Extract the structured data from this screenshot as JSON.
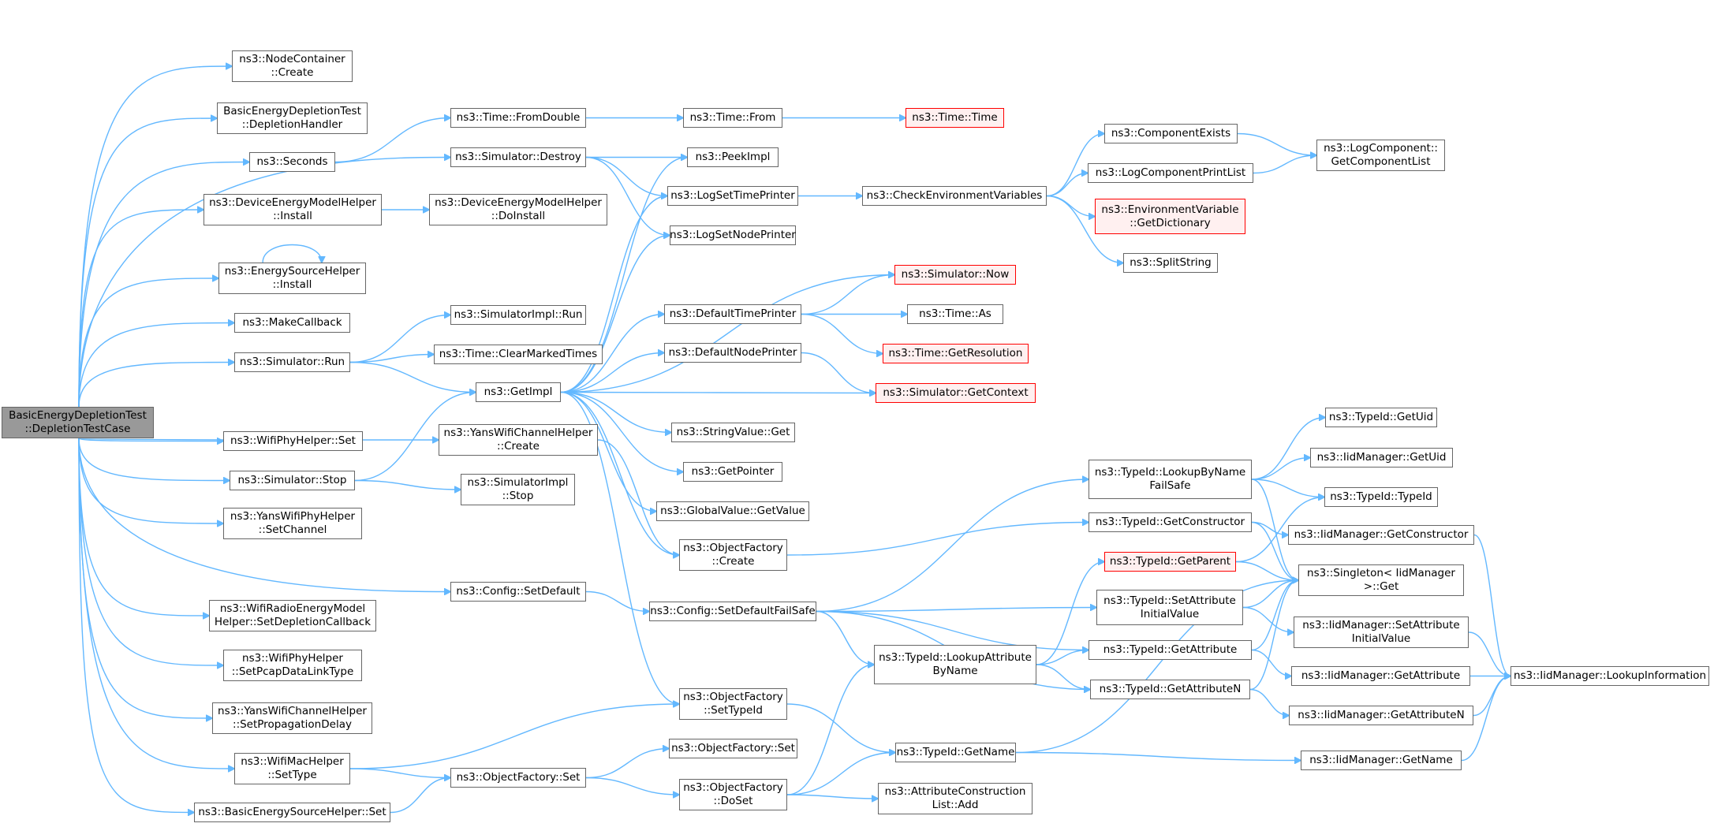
{
  "colors": {
    "edge": "#63b8ff",
    "node_border": "#666666",
    "root_fill": "#999999",
    "red_border": "#ff0000",
    "red_fill": "#fff0f0"
  },
  "nodes": [
    {
      "id": "root",
      "lines": [
        "BasicEnergyDepletionTest",
        "::DepletionTestCase"
      ],
      "style": "root"
    },
    {
      "id": "nc_create",
      "lines": [
        "ns3::NodeContainer",
        "::Create"
      ]
    },
    {
      "id": "depl_handler",
      "lines": [
        "BasicEnergyDepletionTest",
        "::DepletionHandler"
      ]
    },
    {
      "id": "seconds",
      "lines": [
        "ns3::Seconds"
      ]
    },
    {
      "id": "demh_install",
      "lines": [
        "ns3::DeviceEnergyModelHelper",
        "::Install"
      ]
    },
    {
      "id": "esh_install",
      "lines": [
        "ns3::EnergySourceHelper",
        "::Install"
      ]
    },
    {
      "id": "makecallback",
      "lines": [
        "ns3::MakeCallback"
      ]
    },
    {
      "id": "sim_run",
      "lines": [
        "ns3::Simulator::Run"
      ]
    },
    {
      "id": "wpe_set",
      "lines": [
        "ns3::WifiPhyHelper::Set"
      ]
    },
    {
      "id": "sim_stop",
      "lines": [
        "ns3::Simulator::Stop"
      ]
    },
    {
      "id": "ywph_setchannel",
      "lines": [
        "ns3::YansWifiPhyHelper",
        "::SetChannel"
      ]
    },
    {
      "id": "wremh",
      "lines": [
        "ns3::WifiRadioEnergyModel",
        "Helper::SetDepletionCallback"
      ]
    },
    {
      "id": "wph_pcap",
      "lines": [
        "ns3::WifiPhyHelper",
        "::SetPcapDataLinkType"
      ]
    },
    {
      "id": "ywch_prop",
      "lines": [
        "ns3::YansWifiChannelHelper",
        "::SetPropagationDelay"
      ]
    },
    {
      "id": "wmh_settype",
      "lines": [
        "ns3::WifiMacHelper",
        "::SetType"
      ]
    },
    {
      "id": "besh_set",
      "lines": [
        "ns3::BasicEnergySourceHelper::Set"
      ]
    },
    {
      "id": "time_fromdouble",
      "lines": [
        "ns3::Time::FromDouble"
      ]
    },
    {
      "id": "sim_destroy",
      "lines": [
        "ns3::Simulator::Destroy"
      ]
    },
    {
      "id": "demh_doinstall",
      "lines": [
        "ns3::DeviceEnergyModelHelper",
        "::DoInstall"
      ]
    },
    {
      "id": "simimpl_run",
      "lines": [
        "ns3::SimulatorImpl::Run"
      ]
    },
    {
      "id": "clearmarked",
      "lines": [
        "ns3::Time::ClearMarkedTimes"
      ]
    },
    {
      "id": "getimpl",
      "lines": [
        "ns3::GetImpl"
      ]
    },
    {
      "id": "ywch_create",
      "lines": [
        "ns3::YansWifiChannelHelper",
        "::Create"
      ]
    },
    {
      "id": "simimpl_stop",
      "lines": [
        "ns3::SimulatorImpl",
        "::Stop"
      ]
    },
    {
      "id": "config_setdefault",
      "lines": [
        "ns3::Config::SetDefault"
      ]
    },
    {
      "id": "of_set",
      "lines": [
        "ns3::ObjectFactory::Set"
      ]
    },
    {
      "id": "time_from",
      "lines": [
        "ns3::Time::From"
      ]
    },
    {
      "id": "peekimpl",
      "lines": [
        "ns3::PeekImpl"
      ]
    },
    {
      "id": "logsettime",
      "lines": [
        "ns3::LogSetTimePrinter"
      ]
    },
    {
      "id": "logsetnode",
      "lines": [
        "ns3::LogSetNodePrinter"
      ]
    },
    {
      "id": "defaulttime",
      "lines": [
        "ns3::DefaultTimePrinter"
      ]
    },
    {
      "id": "defaultnode",
      "lines": [
        "ns3::DefaultNodePrinter"
      ]
    },
    {
      "id": "stringvalue_get",
      "lines": [
        "ns3::StringValue::Get"
      ]
    },
    {
      "id": "getpointer",
      "lines": [
        "ns3::GetPointer"
      ]
    },
    {
      "id": "globalvalue_get",
      "lines": [
        "ns3::GlobalValue::GetValue"
      ]
    },
    {
      "id": "of_create",
      "lines": [
        "ns3::ObjectFactory",
        "::Create"
      ]
    },
    {
      "id": "config_sdfs",
      "lines": [
        "ns3::Config::SetDefaultFailSafe"
      ]
    },
    {
      "id": "of_settypeid",
      "lines": [
        "ns3::ObjectFactory",
        "::SetTypeId"
      ]
    },
    {
      "id": "of_set2",
      "lines": [
        "ns3::ObjectFactory::Set"
      ]
    },
    {
      "id": "of_doset",
      "lines": [
        "ns3::ObjectFactory",
        "::DoSet"
      ]
    },
    {
      "id": "time_time",
      "lines": [
        "ns3::Time::Time"
      ],
      "style": "red"
    },
    {
      "id": "checkenv",
      "lines": [
        "ns3::CheckEnvironmentVariables"
      ]
    },
    {
      "id": "sim_now",
      "lines": [
        "ns3::Simulator::Now"
      ],
      "style": "red"
    },
    {
      "id": "time_as",
      "lines": [
        "ns3::Time::As"
      ]
    },
    {
      "id": "time_getres",
      "lines": [
        "ns3::Time::GetResolution"
      ],
      "style": "red"
    },
    {
      "id": "sim_getcontext",
      "lines": [
        "ns3::Simulator::GetContext"
      ],
      "style": "red"
    },
    {
      "id": "tid_lookupattr",
      "lines": [
        "ns3::TypeId::LookupAttribute",
        "ByName"
      ]
    },
    {
      "id": "tid_getname",
      "lines": [
        "ns3::TypeId::GetName"
      ]
    },
    {
      "id": "attrconst_add",
      "lines": [
        "ns3::AttributeConstruction",
        "List::Add"
      ]
    },
    {
      "id": "componentexists",
      "lines": [
        "ns3::ComponentExists"
      ]
    },
    {
      "id": "logcompprintlist",
      "lines": [
        "ns3::LogComponentPrintList"
      ]
    },
    {
      "id": "envvar_getdict",
      "lines": [
        "ns3::EnvironmentVariable",
        "::GetDictionary"
      ],
      "style": "red"
    },
    {
      "id": "splitstring",
      "lines": [
        "ns3::SplitString"
      ]
    },
    {
      "id": "tid_lookupbyname",
      "lines": [
        "ns3::TypeId::LookupByName",
        "FailSafe"
      ]
    },
    {
      "id": "tid_getconstructor",
      "lines": [
        "ns3::TypeId::GetConstructor"
      ]
    },
    {
      "id": "tid_getparent",
      "lines": [
        "ns3::TypeId::GetParent"
      ],
      "style": "red"
    },
    {
      "id": "tid_setattrinit",
      "lines": [
        "ns3::TypeId::SetAttribute",
        "InitialValue"
      ]
    },
    {
      "id": "tid_getattribute",
      "lines": [
        "ns3::TypeId::GetAttribute"
      ]
    },
    {
      "id": "tid_getattributen",
      "lines": [
        "ns3::TypeId::GetAttributeN"
      ]
    },
    {
      "id": "logcomp_getlist",
      "lines": [
        "ns3::LogComponent::",
        "GetComponentList"
      ]
    },
    {
      "id": "tid_getuid",
      "lines": [
        "ns3::TypeId::GetUid"
      ]
    },
    {
      "id": "iid_getuid",
      "lines": [
        "ns3::IidManager::GetUid"
      ]
    },
    {
      "id": "tid_typeid",
      "lines": [
        "ns3::TypeId::TypeId"
      ]
    },
    {
      "id": "iid_getconstructor",
      "lines": [
        "ns3::IidManager::GetConstructor"
      ]
    },
    {
      "id": "singleton_get",
      "lines": [
        "ns3::Singleton< IidManager",
        " >::Get"
      ]
    },
    {
      "id": "iid_setattrinit",
      "lines": [
        "ns3::IidManager::SetAttribute",
        "InitialValue"
      ]
    },
    {
      "id": "iid_getattribute",
      "lines": [
        "ns3::IidManager::GetAttribute"
      ]
    },
    {
      "id": "iid_getattributen",
      "lines": [
        "ns3::IidManager::GetAttributeN"
      ]
    },
    {
      "id": "iid_getname",
      "lines": [
        "ns3::IidManager::GetName"
      ]
    },
    {
      "id": "iid_lookupinfo",
      "lines": [
        "ns3::IidManager::LookupInformation"
      ]
    }
  ],
  "edges": [
    [
      "root",
      "nc_create"
    ],
    [
      "root",
      "depl_handler"
    ],
    [
      "root",
      "seconds"
    ],
    [
      "root",
      "demh_install"
    ],
    [
      "root",
      "esh_install"
    ],
    [
      "root",
      "makecallback"
    ],
    [
      "root",
      "sim_run"
    ],
    [
      "root",
      "wpe_set"
    ],
    [
      "root",
      "sim_stop"
    ],
    [
      "root",
      "ywph_setchannel"
    ],
    [
      "root",
      "wremh"
    ],
    [
      "root",
      "wph_pcap"
    ],
    [
      "root",
      "ywch_prop"
    ],
    [
      "root",
      "wmh_settype"
    ],
    [
      "root",
      "besh_set"
    ],
    [
      "root",
      "sim_destroy"
    ],
    [
      "root",
      "ywch_create"
    ],
    [
      "root",
      "config_setdefault"
    ],
    [
      "esh_install",
      "esh_install"
    ],
    [
      "seconds",
      "time_fromdouble"
    ],
    [
      "time_fromdouble",
      "time_from"
    ],
    [
      "time_from",
      "time_time"
    ],
    [
      "demh_install",
      "demh_doinstall"
    ],
    [
      "sim_run",
      "simimpl_run"
    ],
    [
      "sim_run",
      "clearmarked"
    ],
    [
      "sim_run",
      "getimpl"
    ],
    [
      "sim_stop",
      "getimpl"
    ],
    [
      "sim_stop",
      "simimpl_stop"
    ],
    [
      "sim_destroy",
      "peekimpl"
    ],
    [
      "sim_destroy",
      "logsettime"
    ],
    [
      "sim_destroy",
      "logsetnode"
    ],
    [
      "ywch_create",
      "of_create"
    ],
    [
      "config_setdefault",
      "config_sdfs"
    ],
    [
      "wmh_settype",
      "of_settypeid"
    ],
    [
      "wmh_settype",
      "of_set"
    ],
    [
      "besh_set",
      "of_set"
    ],
    [
      "of_set",
      "of_set2"
    ],
    [
      "of_set",
      "of_doset"
    ],
    [
      "getimpl",
      "peekimpl"
    ],
    [
      "getimpl",
      "logsettime"
    ],
    [
      "getimpl",
      "logsetnode"
    ],
    [
      "getimpl",
      "sim_now"
    ],
    [
      "getimpl",
      "defaulttime"
    ],
    [
      "getimpl",
      "defaultnode"
    ],
    [
      "getimpl",
      "sim_getcontext"
    ],
    [
      "getimpl",
      "stringvalue_get"
    ],
    [
      "getimpl",
      "getpointer"
    ],
    [
      "getimpl",
      "globalvalue_get"
    ],
    [
      "getimpl",
      "of_create"
    ],
    [
      "getimpl",
      "of_settypeid"
    ],
    [
      "logsettime",
      "checkenv"
    ],
    [
      "defaulttime",
      "sim_now"
    ],
    [
      "defaulttime",
      "time_as"
    ],
    [
      "defaulttime",
      "time_getres"
    ],
    [
      "defaultnode",
      "sim_getcontext"
    ],
    [
      "checkenv",
      "componentexists"
    ],
    [
      "checkenv",
      "logcompprintlist"
    ],
    [
      "checkenv",
      "envvar_getdict"
    ],
    [
      "checkenv",
      "splitstring"
    ],
    [
      "componentexists",
      "logcomp_getlist"
    ],
    [
      "logcompprintlist",
      "logcomp_getlist"
    ],
    [
      "of_create",
      "tid_getconstructor"
    ],
    [
      "config_sdfs",
      "tid_lookupbyname"
    ],
    [
      "config_sdfs",
      "tid_setattrinit"
    ],
    [
      "config_sdfs",
      "tid_lookupattr"
    ],
    [
      "config_sdfs",
      "tid_getattribute"
    ],
    [
      "config_sdfs",
      "tid_getattributen"
    ],
    [
      "of_settypeid",
      "tid_getname"
    ],
    [
      "of_doset",
      "tid_lookupattr"
    ],
    [
      "of_doset",
      "tid_getname"
    ],
    [
      "of_doset",
      "attrconst_add"
    ],
    [
      "tid_lookupattr",
      "tid_getparent"
    ],
    [
      "tid_lookupattr",
      "tid_getattribute"
    ],
    [
      "tid_lookupattr",
      "tid_getattributen"
    ],
    [
      "tid_getname",
      "singleton_get"
    ],
    [
      "tid_getname",
      "iid_getname"
    ],
    [
      "tid_lookupbyname",
      "tid_getuid"
    ],
    [
      "tid_lookupbyname",
      "iid_getuid"
    ],
    [
      "tid_lookupbyname",
      "tid_typeid"
    ],
    [
      "tid_lookupbyname",
      "singleton_get"
    ],
    [
      "tid_getconstructor",
      "iid_getconstructor"
    ],
    [
      "tid_getconstructor",
      "singleton_get"
    ],
    [
      "tid_getparent",
      "tid_typeid"
    ],
    [
      "tid_getparent",
      "singleton_get"
    ],
    [
      "tid_setattrinit",
      "singleton_get"
    ],
    [
      "tid_setattrinit",
      "iid_setattrinit"
    ],
    [
      "tid_getattribute",
      "singleton_get"
    ],
    [
      "tid_getattribute",
      "iid_getattribute"
    ],
    [
      "tid_getattributen",
      "singleton_get"
    ],
    [
      "tid_getattributen",
      "iid_getattributen"
    ],
    [
      "iid_getconstructor",
      "iid_lookupinfo"
    ],
    [
      "iid_setattrinit",
      "iid_lookupinfo"
    ],
    [
      "iid_getattribute",
      "iid_lookupinfo"
    ],
    [
      "iid_getattributen",
      "iid_lookupinfo"
    ],
    [
      "iid_getname",
      "iid_lookupinfo"
    ]
  ]
}
